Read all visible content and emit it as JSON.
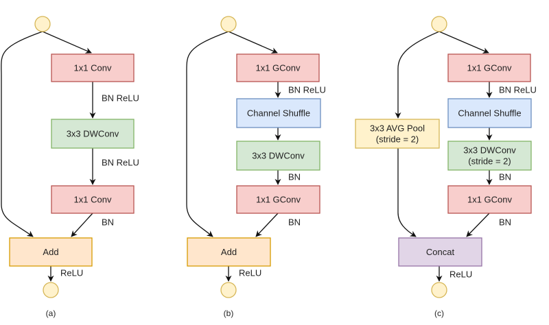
{
  "colors": {
    "red_fill": "#f8cecc",
    "red_stroke": "#b85450",
    "green_fill": "#d5e8d4",
    "green_stroke": "#82b366",
    "blue_fill": "#dae8fc",
    "blue_stroke": "#6c8ebf",
    "orange_fill": "#ffe6cc",
    "orange_stroke": "#d79b00",
    "yellow_fill": "#fff2cc",
    "yellow_stroke": "#d6b656",
    "purple_fill": "#e1d5e7",
    "purple_stroke": "#9673a6",
    "node_fill": "#fff2cc",
    "node_stroke": "#d6b656"
  },
  "diagrams": [
    {
      "caption": "(a)",
      "blocks": [
        {
          "lines": [
            "1x1 Conv"
          ]
        },
        {
          "lines": [
            "3x3 DWConv"
          ]
        },
        {
          "lines": [
            "1x1 Conv"
          ]
        },
        {
          "lines": [
            "Add"
          ]
        }
      ],
      "edge_labels": [
        "BN ReLU",
        "BN ReLU",
        "BN",
        "ReLU"
      ]
    },
    {
      "caption": "(b)",
      "blocks": [
        {
          "lines": [
            "1x1 GConv"
          ]
        },
        {
          "lines": [
            "Channel Shuffle"
          ]
        },
        {
          "lines": [
            "3x3 DWConv"
          ]
        },
        {
          "lines": [
            "1x1 GConv"
          ]
        },
        {
          "lines": [
            "Add"
          ]
        }
      ],
      "edge_labels": [
        "BN ReLU",
        "BN",
        "BN",
        "ReLU"
      ]
    },
    {
      "caption": "(c)",
      "blocks": [
        {
          "lines": [
            "1x1 GConv"
          ]
        },
        {
          "lines": [
            "Channel Shuffle"
          ]
        },
        {
          "lines": [
            "3x3 DWConv",
            "(stride = 2)"
          ]
        },
        {
          "lines": [
            "1x1 GConv"
          ]
        },
        {
          "lines": [
            "3x3 AVG Pool",
            "(stride = 2)"
          ]
        },
        {
          "lines": [
            "Concat"
          ]
        }
      ],
      "edge_labels": [
        "BN ReLU",
        "BN",
        "BN",
        "ReLU"
      ]
    }
  ]
}
